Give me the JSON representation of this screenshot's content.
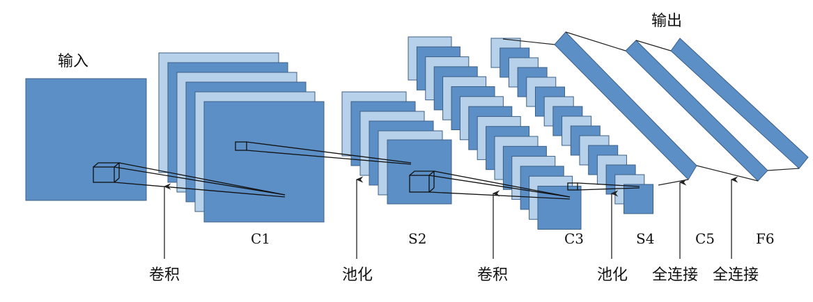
{
  "labels": {
    "input": "输入",
    "output": "输出",
    "c1": "C1",
    "s2": "S2",
    "c3": "C3",
    "s4": "S4",
    "c5": "C5",
    "f6": "F6",
    "op_conv1": "卷积",
    "op_pool1": "池化",
    "op_conv2": "卷积",
    "op_pool2": "池化",
    "op_fc1": "全连接",
    "op_fc2": "全连接"
  },
  "colors": {
    "map_dark": "#5b8fc6",
    "map_light": "#b7d1ea",
    "edge": "#3c5f86",
    "line": "#222222"
  }
}
